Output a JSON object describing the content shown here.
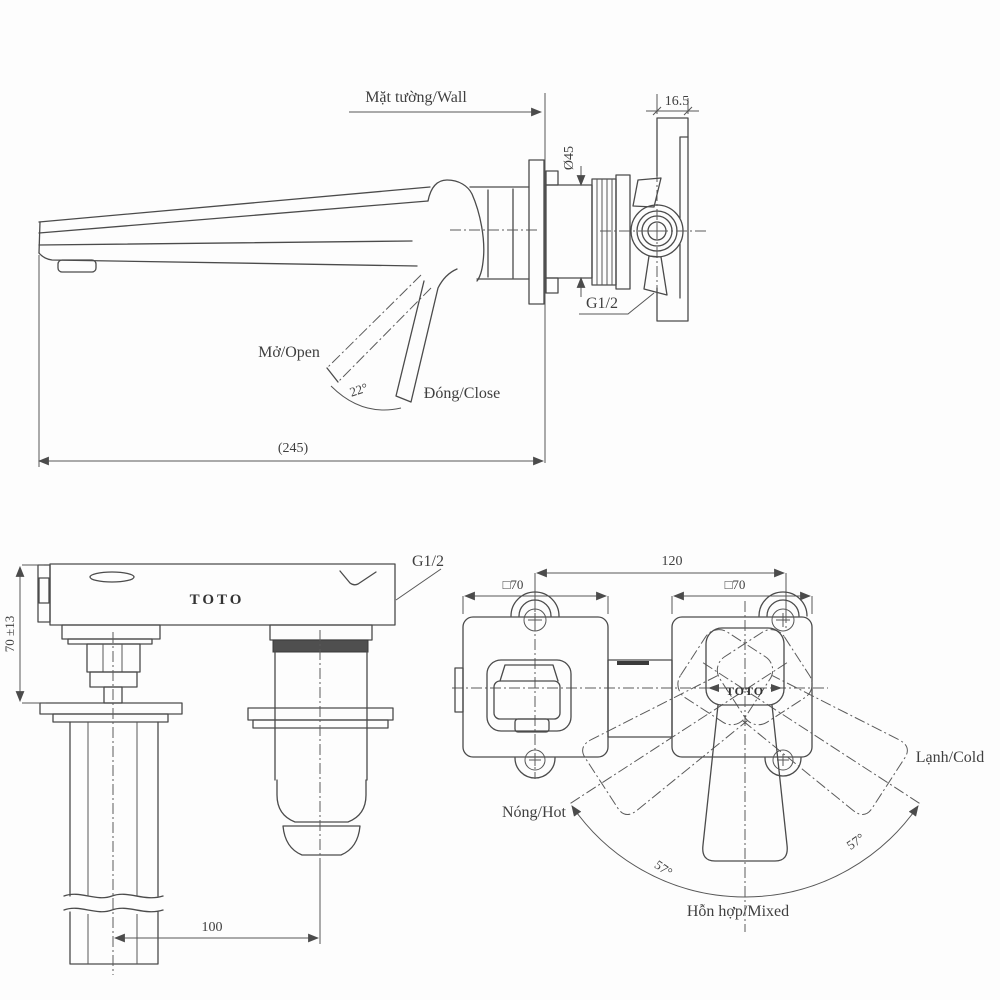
{
  "page": {
    "background": "#fdfdfd",
    "line_color": "#4b4b4b",
    "text_color": "#3f3f3f",
    "brand": "TOTO"
  },
  "top_view": {
    "wall_label": "Mặt tường/Wall",
    "bracket_thickness": "16.5",
    "escutcheon_diameter": "Ø45",
    "thread_label": "G1/2",
    "open_label": "Mở/Open",
    "close_label": "Đóng/Close",
    "open_angle": "22°",
    "spout_reach": "(245)"
  },
  "front_view": {
    "thread_label": "G1/2",
    "brand": "TOTO",
    "height_dim": "70 ±13",
    "pipe_spacing": "100"
  },
  "plan_view": {
    "center_distance": "120",
    "plate_size_left": "□70",
    "plate_size_right": "□70",
    "brand": "TOTO",
    "hot_label": "Nóng/Hot",
    "cold_label": "Lạnh/Cold",
    "mixed_label": "Hỗn hợp/Mixed",
    "swing_angle_left": "57°",
    "swing_angle_right": "57°"
  }
}
